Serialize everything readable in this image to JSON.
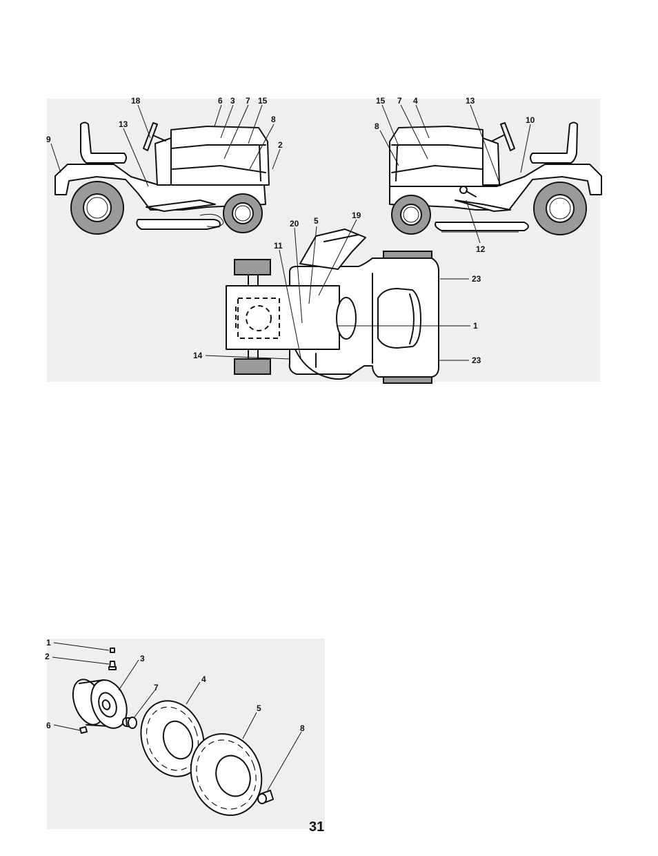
{
  "page_number": "31",
  "decal_diagram": {
    "left_view_callouts": [
      "18",
      "6",
      "3",
      "7",
      "15",
      "8",
      "2",
      "9",
      "13"
    ],
    "right_view_callouts": [
      "15",
      "7",
      "4",
      "13",
      "10",
      "8",
      "12"
    ],
    "top_view_callouts": [
      "20",
      "5",
      "19",
      "11",
      "23",
      "1",
      "14",
      "23"
    ]
  },
  "wheel_diagram": {
    "callouts": [
      "1",
      "2",
      "3",
      "7",
      "4",
      "5",
      "8",
      "6"
    ]
  }
}
